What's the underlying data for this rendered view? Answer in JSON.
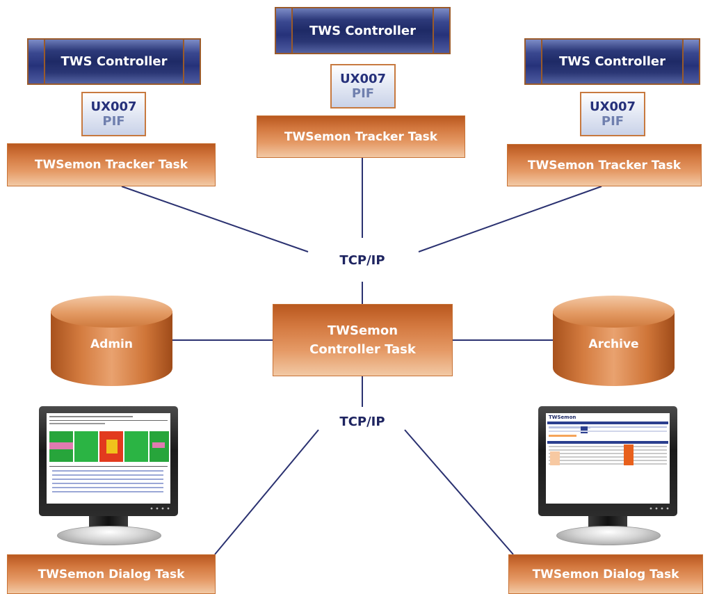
{
  "controllers": {
    "left": {
      "title": "TWS Controller",
      "pif_line1": "UX007",
      "pif_line2": "PIF",
      "tracker": "TWSemon Tracker Task"
    },
    "center": {
      "title": "TWS Controller",
      "pif_line1": "UX007",
      "pif_line2": "PIF",
      "tracker": "TWSemon Tracker Task"
    },
    "right": {
      "title": "TWS Controller",
      "pif_line1": "UX007",
      "pif_line2": "PIF",
      "tracker": "TWSemon Tracker Task"
    }
  },
  "network": {
    "upper_label": "TCP/IP",
    "lower_label": "TCP/IP"
  },
  "hub": {
    "line1": "TWSemon",
    "line2": "Controller Task"
  },
  "databases": {
    "left": "Admin",
    "right": "Archive"
  },
  "dialogs": {
    "left": "TWSemon Dialog Task",
    "right": "TWSemon Dialog Task"
  },
  "screens": {
    "right_title": "TWSemon"
  },
  "colors": {
    "line": "#2a3170",
    "orange": "#d3783f",
    "navy": "#1e2a66"
  }
}
